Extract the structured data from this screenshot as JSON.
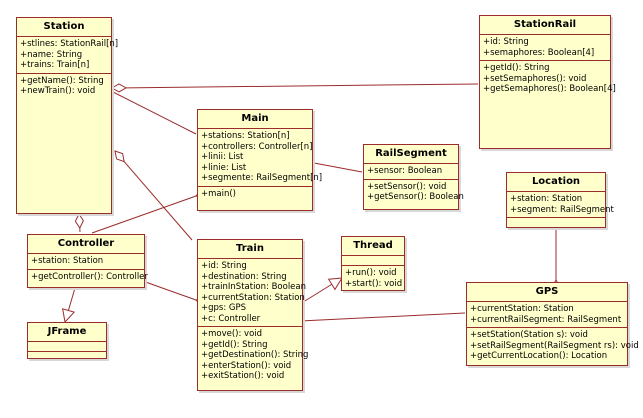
{
  "classes": {
    "station": {
      "name": "Station",
      "attributes": [
        "+stlines: StationRail[n]",
        "+name: String",
        "+trains: Train[n]"
      ],
      "operations": [
        "+getName(): String",
        "+newTrain(): void"
      ]
    },
    "station_rail": {
      "name": "StationRail",
      "attributes": [
        "+id: String",
        "+semaphores: Boolean[4]"
      ],
      "operations": [
        "+getId(): String",
        "+setSemaphores(): void",
        "+getSemaphores(): Boolean[4]"
      ]
    },
    "main": {
      "name": "Main",
      "attributes": [
        "+stations: Station[n]",
        "+controllers: Controller[n]",
        "+linii: List",
        "+linie: List",
        "+segmente: RailSegment[n]"
      ],
      "operations": [
        "+main()"
      ]
    },
    "rail_segment": {
      "name": "RailSegment",
      "attributes": [
        "+sensor: Boolean"
      ],
      "operations": [
        "+setSensor(): void",
        "+getSensor(): Boolean"
      ]
    },
    "location": {
      "name": "Location",
      "attributes": [
        "+station: Station",
        "+segment: RailSegment"
      ],
      "operations": []
    },
    "controller": {
      "name": "Controller",
      "attributes": [
        "+station: Station"
      ],
      "operations": [
        "+getController(): Controller"
      ]
    },
    "train": {
      "name": "Train",
      "attributes": [
        "+id: String",
        "+destination: String",
        "+trainInStation: Boolean",
        "+currentStation: Station",
        "+gps: GPS",
        "+c: Controller"
      ],
      "operations": [
        "+move(): void",
        "+getId(): String",
        "+getDestination(): String",
        "+enterStation(): void",
        "+exitStation(): void"
      ]
    },
    "thread": {
      "name": "Thread",
      "attributes": [],
      "operations": [
        "+run(): void",
        "+start(): void"
      ]
    },
    "jframe": {
      "name": "JFrame",
      "attributes": [],
      "operations": []
    },
    "gps": {
      "name": "GPS",
      "attributes": [
        "+currentStation: Station",
        "+currentRailSegment: RailSegment"
      ],
      "operations": [
        "+setStation(Station s): void",
        "+setRailSegment(RailSegment rs): void",
        "+getCurrentLocation(): Location"
      ]
    }
  },
  "colors": {
    "box_fill": "#ffffcc",
    "box_border": "#9b2c2c",
    "connector": "#9b2c2c"
  }
}
